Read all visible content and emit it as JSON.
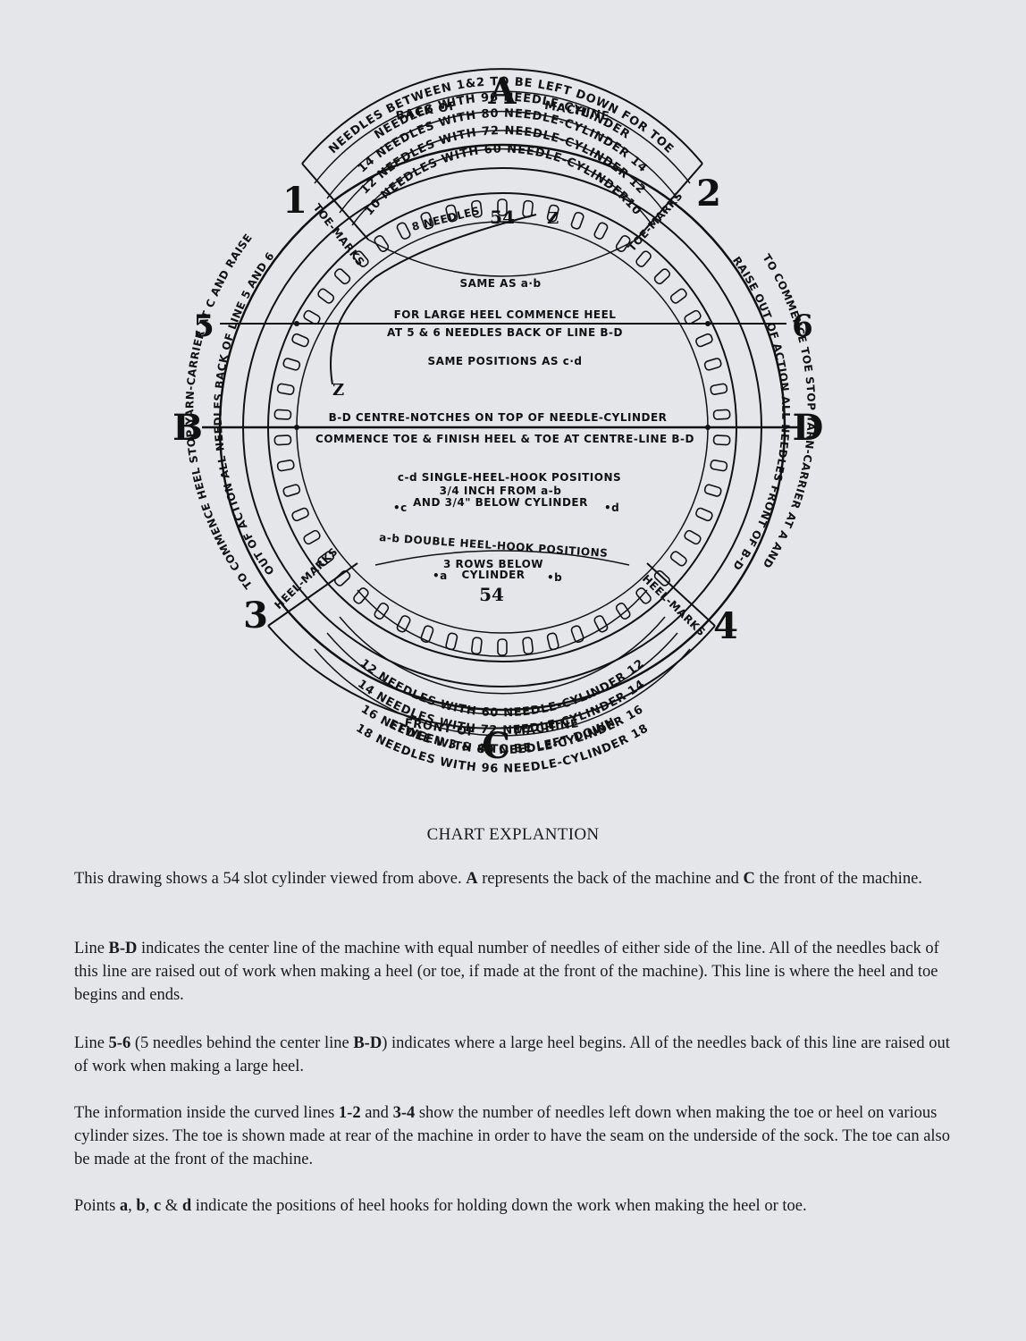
{
  "diagram": {
    "letters": {
      "A": "A",
      "B": "B",
      "C": "C",
      "D": "D"
    },
    "numbers": {
      "n1": "1",
      "n2": "2",
      "n3": "3",
      "n4": "4",
      "n5": "5",
      "n6": "6"
    },
    "top_arcs": {
      "back_of": "BACK OF",
      "machine": "MACHINE",
      "needles_between_1_2": "NEEDLES BETWEEN 1&2 TO BE LEFT DOWN FOR TOE",
      "row96": "NEEDLES WITH  96  NEEDLE-CYLINDER",
      "row80": "14 NEEDLES WITH  80  NEEDLE-CYLINDER 14",
      "row72": "12 NEEDLES WITH  72  NEEDLE-CYLINDER 12",
      "row60": "10 NEEDLES WITH  60  NEEDLE-CYLINDER10",
      "row54": "8 NEEDLES",
      "toe_marks_left": "TOE-MARKS",
      "toe_marks_right": "TOE-MARKS"
    },
    "bottom_arcs": {
      "heel_marks_left": "HEEL-MARKS",
      "heel_marks_right": "HEEL-MARKS",
      "row60": "12 NEEDLES WITH  60  NEEDLE-CYLINDER 12",
      "row72": "14 NEEDLES WITH  72  NEEDLE-CYLINDER 14",
      "row80": "16 NEEDLE WITH  80  NEEDLE-CYLINDER 16",
      "row96": "18 NEEDLES WITH  96  NEEDLE-CYLINDER 18",
      "needles_between_3_4": "NEEDLES BETWEEN 3 & 4 TO BE LEFT DOWN FOR HEEL",
      "front_of": "FRONT OF",
      "machine": "MACHINE"
    },
    "side_arcs": {
      "left_outer": "TO COMMENCE HEEL STOP YARN-CARRIER AT C AND RAISE",
      "left_mid": "OUT OF ACTION ALL NEEDLES BACK OF LINE 5 AND 6",
      "right_outer": "TO COMMENCE TOE STOP YARN-CARRIER AT A AND",
      "right_mid": "RAISE OUT OF ACTION ALL NEEDLES FRONT OF B-D"
    },
    "inner": {
      "count_top": "54",
      "count_bottom": "54",
      "z1": "Z",
      "z2": "Z",
      "same_as_ab": "SAME AS a·b",
      "large_heel_1": "FOR LARGE HEEL COMMENCE HEEL",
      "large_heel_2": "AT 5 & 6 NEEDLES BACK OF LINE B-D",
      "same_positions": "SAME POSITIONS AS c·d",
      "bd_notches": "B-D CENTRE-NOTCHES ON TOP OF NEEDLE-CYLINDER",
      "commence_toe": "COMMENCE TOE & FINISH HEEL & TOE AT CENTRE-LINE B-D",
      "cd_single": "c-d  SINGLE-HEEL-HOOK POSITIONS",
      "cd_inch": "3/4 INCH FROM a-b",
      "cd_below": "AND 3/4\" BELOW CYLINDER",
      "pt_c": "•c",
      "pt_d": "•d",
      "ab_double": "a-b  DOUBLE HEEL-HOOK POSITIONS",
      "rows_below": "3 ROWS BELOW",
      "cylinder": "CYLINDER",
      "pt_a": "•a",
      "pt_b": "•b"
    }
  },
  "heading": "CHART EXPLANTION",
  "paragraphs": [
    [
      "This drawing shows a 54 slot cylinder viewed from above. ",
      "A",
      " represents the back of the machine and ",
      "C",
      " the front of the machine."
    ],
    [
      "Line ",
      "B-D",
      " indicates the center line of the machine with equal number of needles of either side of the line. All of the needles back of this line are raised out of work when making a heel (or toe, if made at the front of the machine). This line is where the heel and toe begins and ends."
    ],
    [
      "Line ",
      "5-6",
      " (5 needles behind the center line ",
      "B-D",
      ") indicates where a large heel begins. All of the needles back of this line are raised out of work when making a large heel."
    ],
    [
      "The information inside the curved lines ",
      "1-2",
      " and ",
      "3-4",
      " show the number of needles left down when making the toe or heel on various cylinder sizes. The toe is shown made at rear of the machine in order to have the seam on the underside of the sock. The toe can also be made at the front of the machine."
    ],
    [
      "Points ",
      "a",
      ", ",
      "b",
      ", ",
      "c",
      " & ",
      "d",
      " indicate the positions of heel hooks for holding down the work when making the heel or toe."
    ]
  ]
}
